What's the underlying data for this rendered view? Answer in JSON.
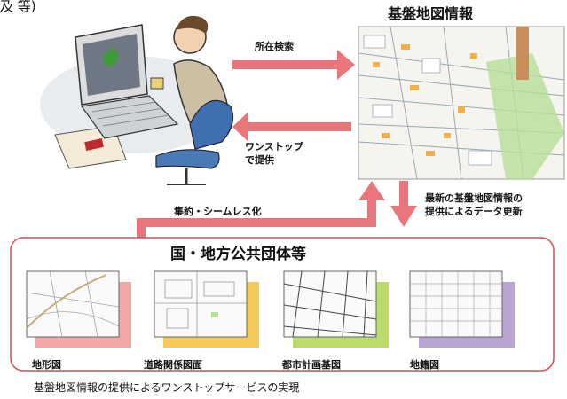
{
  "header": {
    "fragment": "及 等)"
  },
  "info": {
    "title": "基盤地図情報"
  },
  "arrows": {
    "search": "所在検索",
    "onestop_line1": "ワンストップ",
    "onestop_line2": "で提供",
    "update_line1": "最新の基盤地図情報の",
    "update_line2": "提供によるデータ更新",
    "integrate": "集約・シームレス化"
  },
  "local": {
    "title": "国・地方公共団体等",
    "maps": [
      {
        "label": "地形図",
        "accent": "#f2a6a6"
      },
      {
        "label": "道路関係図面",
        "accent": "#f5c85a"
      },
      {
        "label": "都市計画基図",
        "accent": "#b9dc6a"
      },
      {
        "label": "地籍図",
        "accent": "#b8a3d2"
      }
    ]
  },
  "caption": "基盤地図情報の提供によるワンストップサービスの実現",
  "colors": {
    "arrow": "#e8767a",
    "frame": "#d9484e"
  }
}
